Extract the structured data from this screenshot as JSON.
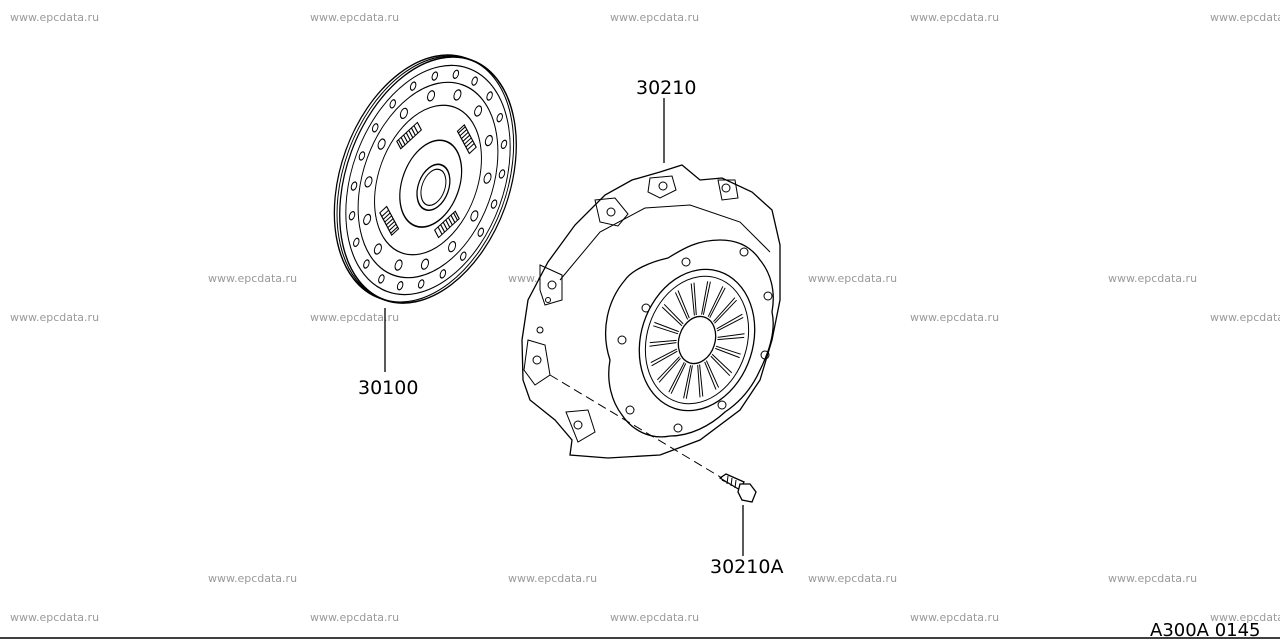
{
  "watermark": "www.epcdata.ru",
  "parts": {
    "disc": {
      "number": "30100"
    },
    "cover": {
      "number": "30210"
    },
    "bolt": {
      "number": "30210A"
    }
  },
  "diagram_code": "A300A 0145"
}
